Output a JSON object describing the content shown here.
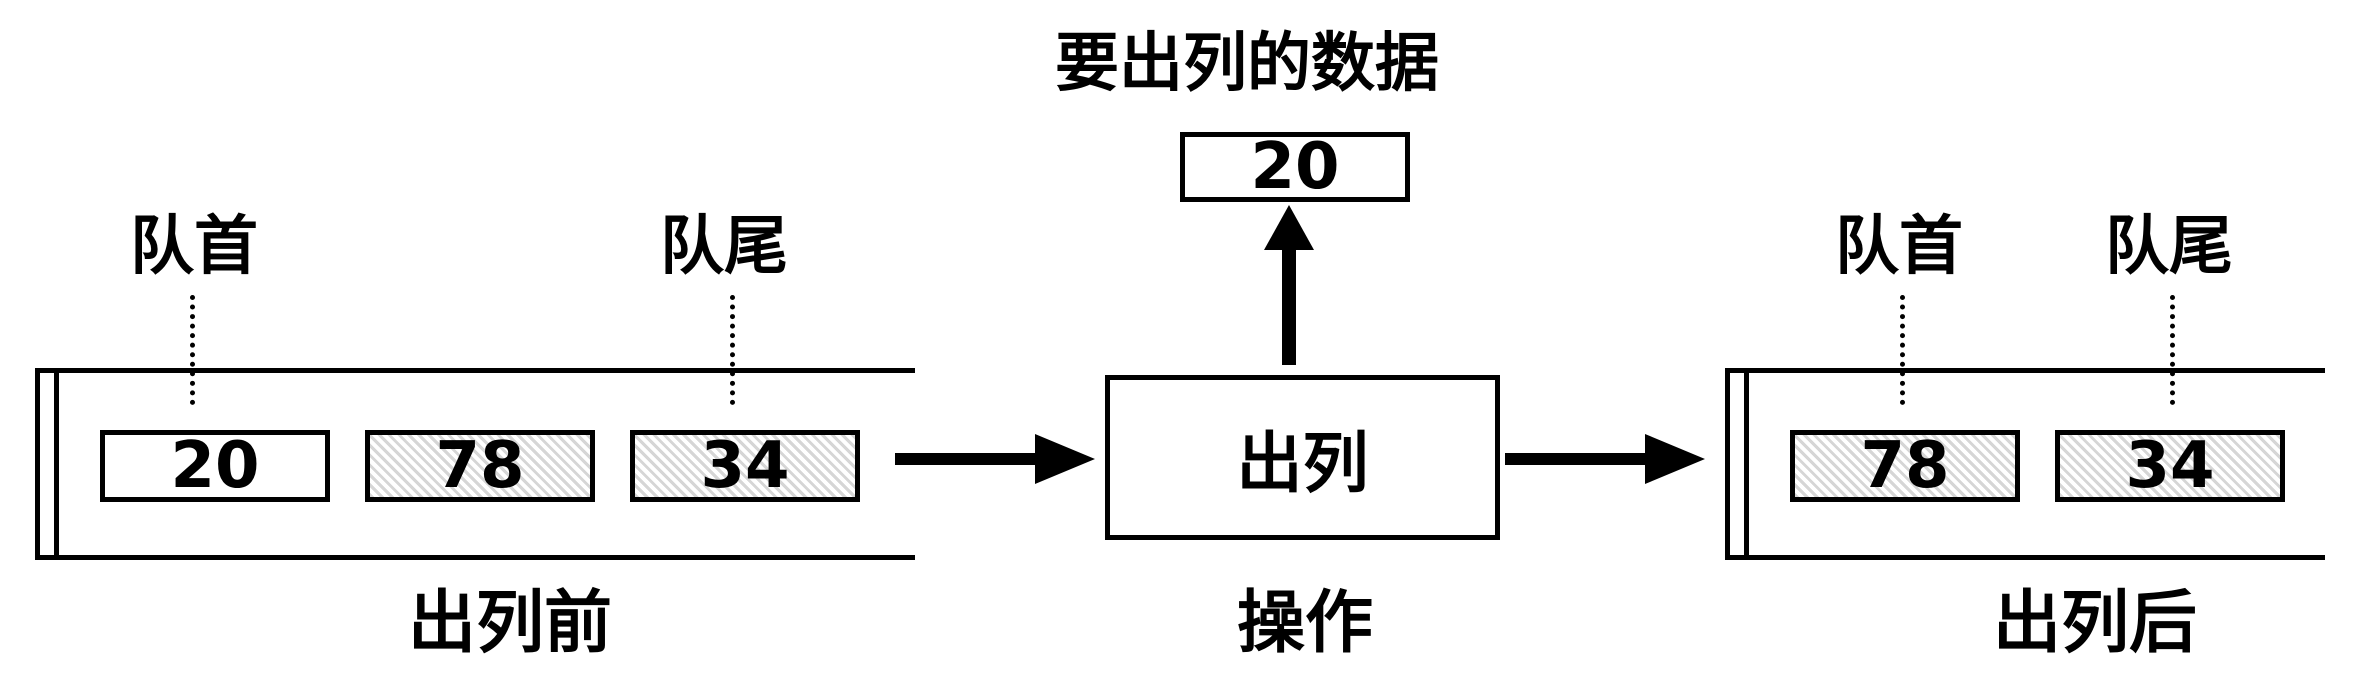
{
  "top": {
    "dequeued_title": "要出列的数据",
    "dequeued_value": "20"
  },
  "before": {
    "caption": "出列前",
    "head_label": "队首",
    "tail_label": "队尾",
    "cells": [
      "20",
      "78",
      "34"
    ]
  },
  "operation": {
    "label": "出列",
    "caption": "操作"
  },
  "after": {
    "caption": "出列后",
    "head_label": "队首",
    "tail_label": "队尾",
    "cells": [
      "78",
      "34"
    ]
  }
}
